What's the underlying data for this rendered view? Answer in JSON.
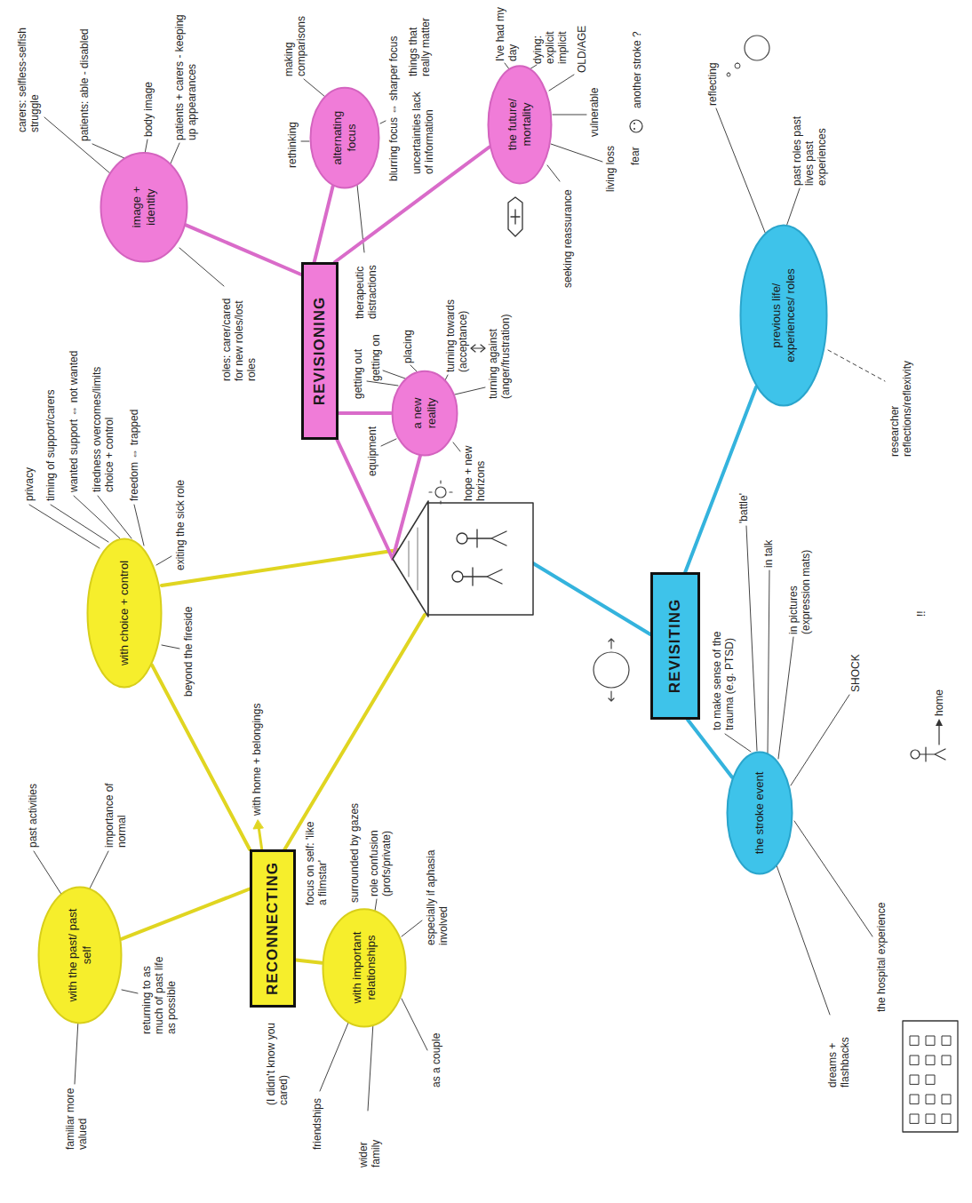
{
  "diagram": {
    "nodes": [
      {
        "text": [
          "RECONNECTING"
        ]
      },
      {
        "text": [
          "with the past/ past self"
        ]
      },
      {
        "text": [
          "with choice + control"
        ]
      },
      {
        "text": [
          "with important relationships"
        ]
      },
      {
        "text": [
          "REVISIONING"
        ]
      },
      {
        "text": [
          "image + identity"
        ]
      },
      {
        "text": [
          "alternating focus"
        ]
      },
      {
        "text": [
          "the future/ mortality"
        ]
      },
      {
        "text": [
          "a new reality"
        ]
      },
      {
        "text": [
          "REVISITING"
        ]
      },
      {
        "text": [
          "the stroke event"
        ]
      },
      {
        "text": [
          "previous life/ experiences/ roles"
        ]
      }
    ],
    "edges": [
      {
        "from": 0,
        "to": 1,
        "arrow": "none"
      },
      {
        "from": 0,
        "to": 2,
        "arrow": "none"
      },
      {
        "from": 0,
        "to": 3,
        "arrow": "none"
      },
      {
        "from": 4,
        "to": 5,
        "arrow": "none"
      },
      {
        "from": 4,
        "to": 6,
        "arrow": "none"
      },
      {
        "from": 4,
        "to": 7,
        "arrow": "none"
      },
      {
        "from": 4,
        "to": 8,
        "arrow": "none"
      },
      {
        "from": 9,
        "to": 10,
        "arrow": "none"
      },
      {
        "from": 9,
        "to": 11,
        "arrow": "none"
      }
    ],
    "labels": [
      "past activities",
      "importance of normal",
      "returning to as much of past life as possible",
      "familiar more valued",
      "privacy",
      "timing of support/carers",
      "wanted support ⇔ not wanted",
      "tiredness overcomes/limits choice + control",
      "freedom ⇔ trapped",
      "exiting the sick role",
      "beyond the fireside",
      "with home + belongings",
      "(I didn't know you cared)",
      "friendships",
      "wider family",
      "as a couple",
      "focus on self: 'like a filmstar'",
      "surrounded by gazes",
      "role confusion (profs/private)",
      "especially if aphasia involved",
      "carers: selfless-selfish struggle",
      "patients: able - disabled",
      "body image",
      "patients + carers - keeping up appearances",
      "roles: carer/cared for new roles/lost roles",
      "rethinking",
      "making comparisons",
      "blurring focus ⇔ sharper focus",
      "things that really matter",
      "uncertainties lack of information",
      "therapeutic distractions",
      "I've had my day",
      "dying: explicit implicit",
      "OLD/AGE",
      "vulnerable",
      "living loss",
      "fear",
      "another stroke ?",
      "seeking reassurance",
      "getting out",
      "getting on",
      "placing",
      "turning towards (acceptance)",
      "turning against (anger/frustration)",
      "hope + new horizons",
      "equipment",
      "to make sense of the trauma (e.g. PTSD)",
      "'battle'",
      "in talk",
      "in pictures (expression mats)",
      "SHOCK",
      "!!",
      "dreams + flashbacks",
      "the hospital experience",
      "home",
      "reflecting",
      "past roles past lives past experiences",
      "researcher reflections/reflexivity"
    ]
  }
}
